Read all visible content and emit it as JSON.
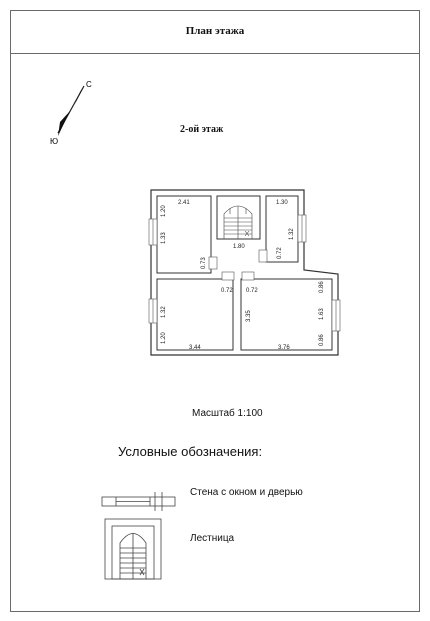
{
  "title": "План этажа",
  "floor_label": "2-ой этаж",
  "compass": {
    "north": "С",
    "south": "Ю"
  },
  "dimensions": {
    "room_top_left_width": "2.41",
    "room_top_left_height_upper": "1.20",
    "room_top_left_height_lower": "1.33",
    "room_top_right_width": "1.30",
    "room_top_right_height": "1.32",
    "hall_width": "1.80",
    "hall_left_gap": "0.73",
    "hall_right_gap": "0.72",
    "door_left": "0.72",
    "door_right": "0.72",
    "room_bottom_left_window": "1.32",
    "room_bottom_left_lower": "1.20",
    "room_bottom_left_width": "3.44",
    "corridor_depth": "3.35",
    "room_bottom_right_upper": "0.86",
    "room_bottom_right_window": "1.63",
    "room_bottom_right_lower": "0.86",
    "room_bottom_right_width": "3.76"
  },
  "scale": "Масштаб 1:100",
  "legend": {
    "title": "Условные обозначения:",
    "wall_label": "Стена с  окном и дверью",
    "stair_label": "Лестница"
  }
}
